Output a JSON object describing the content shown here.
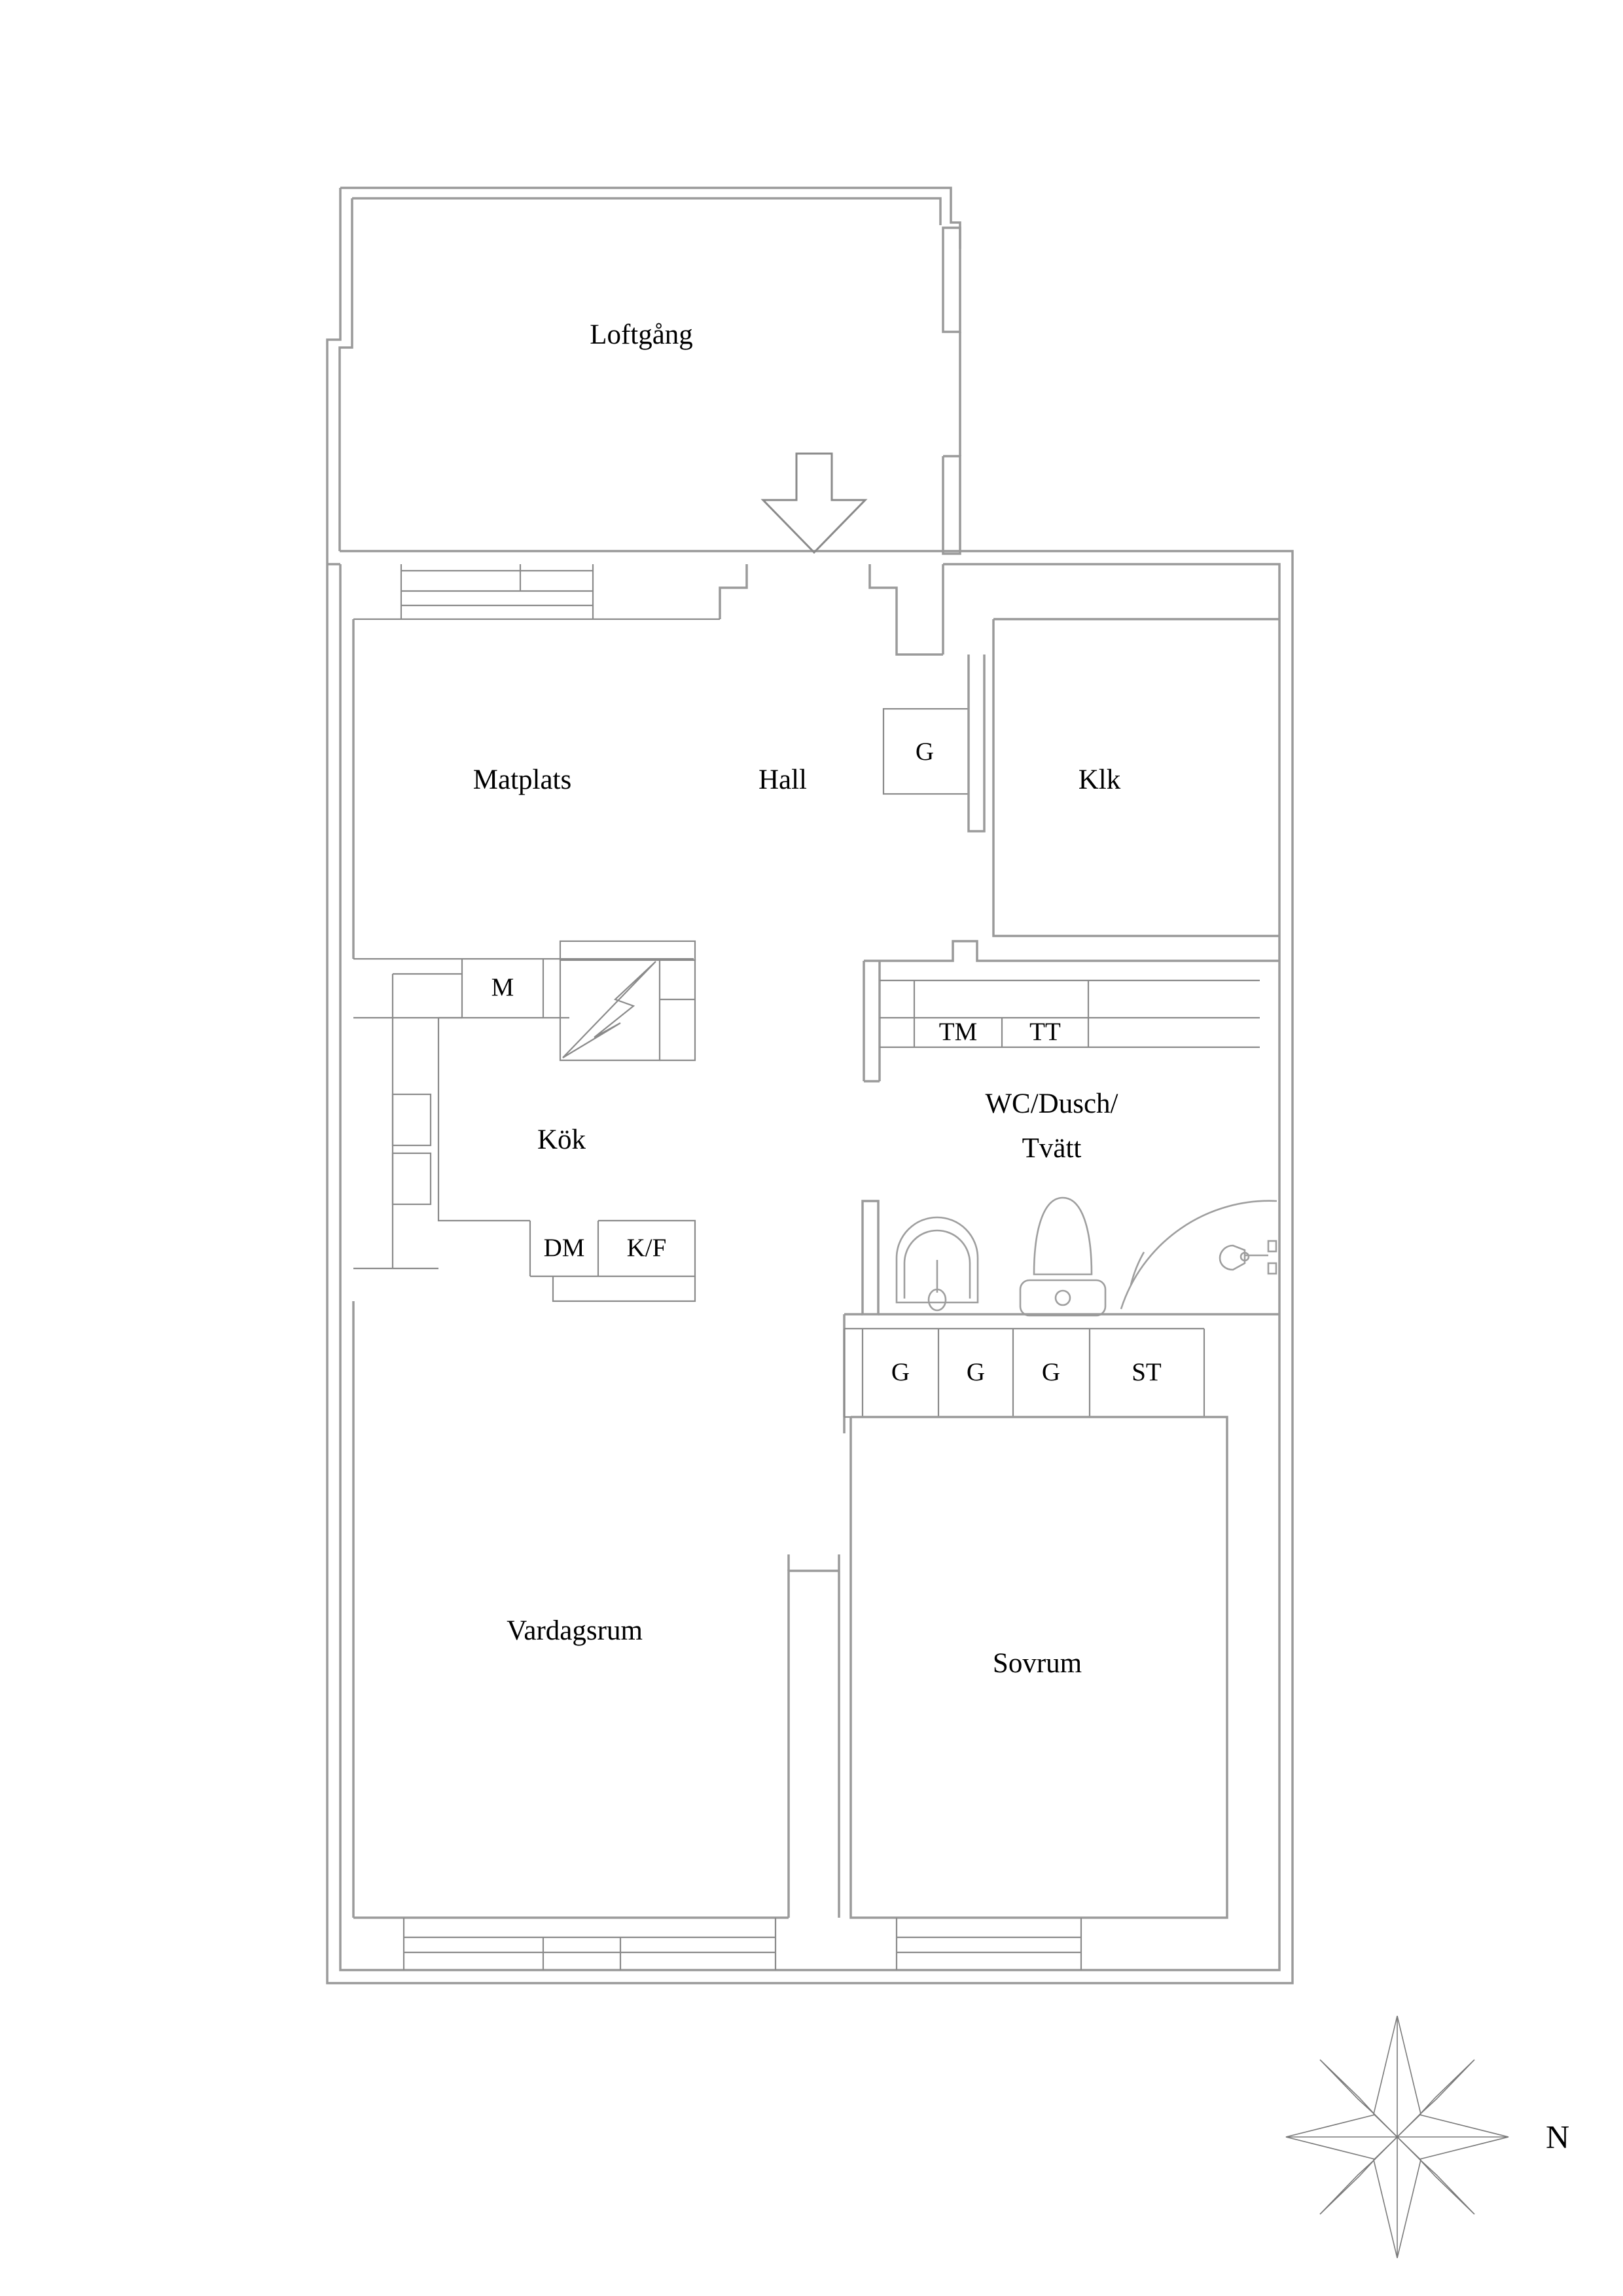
{
  "document": {
    "type": "floor-plan",
    "language": "sv",
    "background_color": "#ffffff",
    "line_color": "#8a8a8a",
    "text_color": "#000000"
  },
  "rooms": [
    {
      "id": "loftgang",
      "label": "Loftgång"
    },
    {
      "id": "matplats",
      "label": "Matplats"
    },
    {
      "id": "hall",
      "label": "Hall"
    },
    {
      "id": "klk",
      "label": "Klk"
    },
    {
      "id": "kok",
      "label": "Kök"
    },
    {
      "id": "wc",
      "label_line1": "WC/Dusch/",
      "label_line2": "Tvätt"
    },
    {
      "id": "vardagsrum",
      "label": "Vardagsrum"
    },
    {
      "id": "sovrum",
      "label": "Sovrum"
    }
  ],
  "fixtures": {
    "hall_closet": {
      "label": "G"
    },
    "microwave": {
      "label": "M"
    },
    "dishwasher": {
      "label": "DM"
    },
    "fridge_freezer": {
      "label": "K/F"
    },
    "washer": {
      "label": "TM"
    },
    "dryer": {
      "label": "TT"
    },
    "hall_wardrobes": [
      {
        "label": "G"
      },
      {
        "label": "G"
      },
      {
        "label": "G"
      },
      {
        "label": "ST"
      }
    ]
  },
  "symbols": {
    "entrance_arrow": "down-arrow-icon",
    "stove": "lightning-bolt-icon",
    "toilet": "toilet-icon",
    "sink": "sink-icon",
    "shower": "shower-icon",
    "compass": "compass-rose-icon"
  },
  "compass": {
    "north_label": "N"
  }
}
